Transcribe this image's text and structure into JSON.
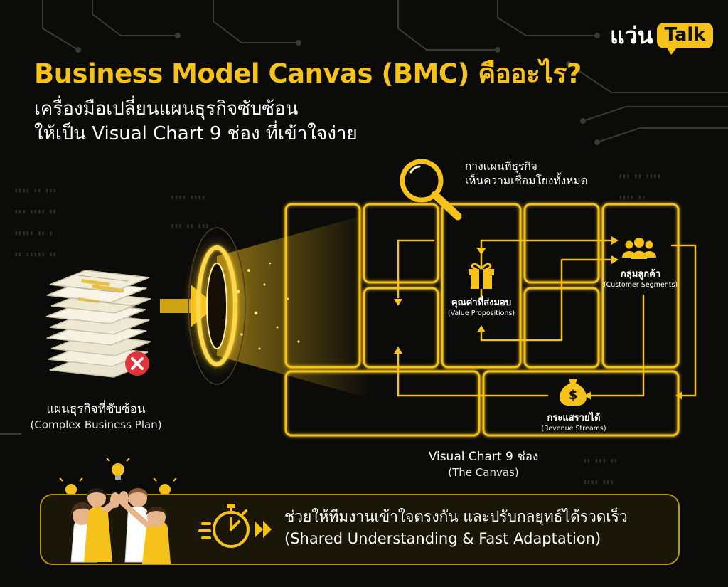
{
  "logo": {
    "thai": "แว่น",
    "badge": "Talk"
  },
  "title": "Business Model Canvas (BMC) คืออะไร?",
  "subtitle": {
    "line1": "เครื่องมือเปลี่ยนแผนธุรกิจซับซ้อน",
    "line2": "ให้เป็น Visual Chart 9 ช่อง ที่เข้าใจง่าย"
  },
  "magnifier_caption": {
    "line1": "กางแผนที่ธุรกิจ",
    "line2": "เห็นความเชื่อมโยงทั้งหมด"
  },
  "complex_plan": {
    "thai": "แผนธุรกิจที่ซับซ้อน",
    "english": "(Complex Business Plan)"
  },
  "canvas_blocks": {
    "value": {
      "thai": "คุณค่าที่ส่งมอบ",
      "english": "(Value Propositions)"
    },
    "customers": {
      "thai": "กลุ่มลูกค้า",
      "english": "(Customer Segments)"
    },
    "revenue": {
      "thai": "กระแสรายได้",
      "english": "(Revenue Streams)"
    }
  },
  "canvas_caption": {
    "thai": "Visual Chart 9 ช่อง",
    "english": "(The Canvas)"
  },
  "banner": {
    "thai": "ช่วยให้ทีมงานเข้าใจตรงกัน และปรับกลยุทธ์ได้รวดเร็ว",
    "english": "(Shared Understanding & Fast Adaptation)"
  },
  "colors": {
    "accent": "#f5c21b",
    "background": "#0b0b0a",
    "danger": "#e0343a"
  },
  "icons": [
    "magnifier-icon",
    "gift-icon",
    "people-icon",
    "money-bag-icon",
    "stopwatch-icon",
    "error-x-icon",
    "lightbulb-icon"
  ]
}
